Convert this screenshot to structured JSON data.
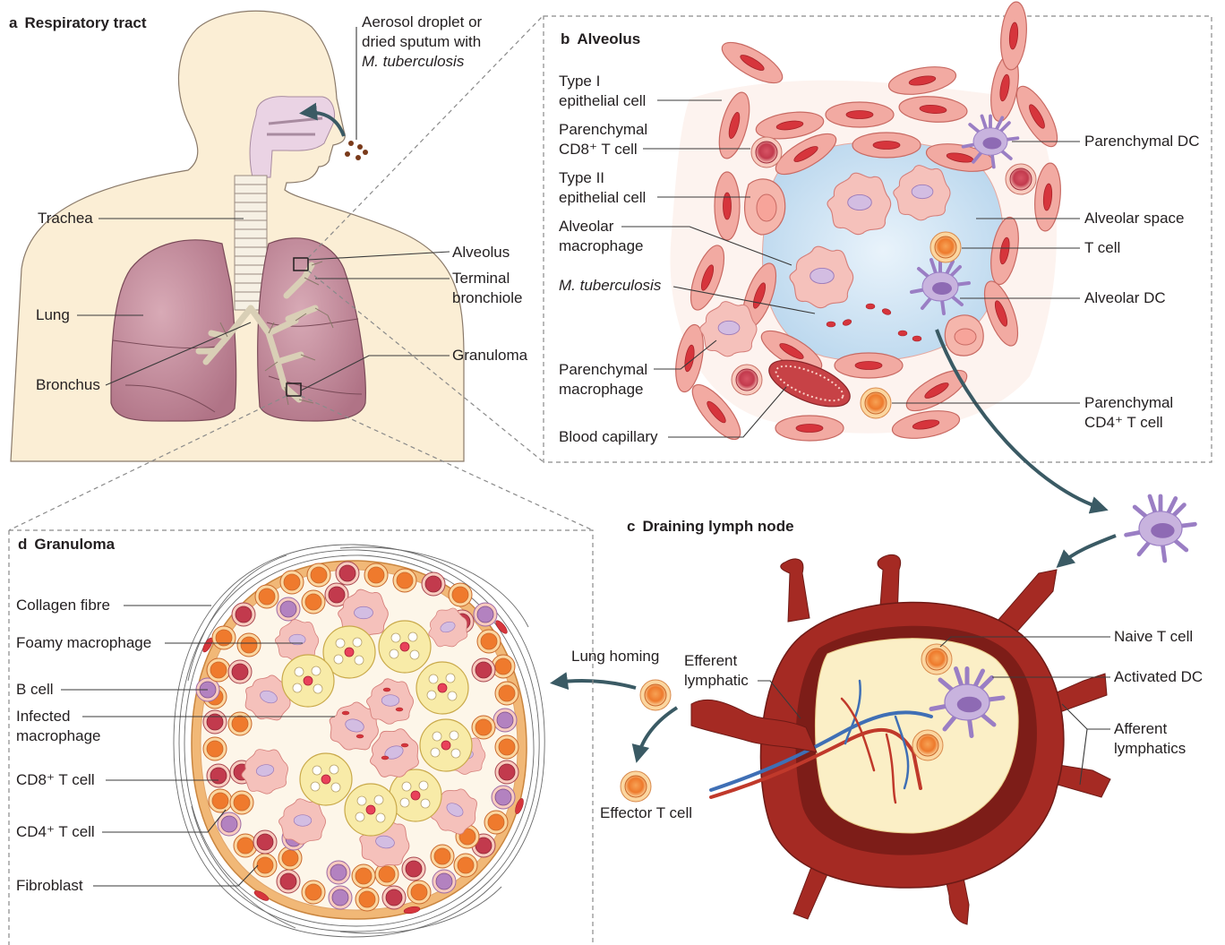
{
  "panels": {
    "a": {
      "letter": "a",
      "title": "Respiratory tract"
    },
    "b": {
      "letter": "b",
      "title": "Alveolus"
    },
    "c": {
      "letter": "c",
      "title": "Draining lymph node"
    },
    "d": {
      "letter": "d",
      "title": "Granuloma"
    }
  },
  "labels_a": {
    "aerosol_1": "Aerosol droplet or",
    "aerosol_2": "dried sputum with",
    "aerosol_3": "M. tuberculosis",
    "trachea": "Trachea",
    "lung": "Lung",
    "bronchus": "Bronchus",
    "alveolus": "Alveolus",
    "terminal_1": "Terminal",
    "terminal_2": "bronchiole",
    "granuloma": "Granuloma"
  },
  "labels_b": {
    "type1_1": "Type I",
    "type1_2": "epithelial cell",
    "cd8_1": "Parenchymal",
    "cd8_2": "CD8⁺ T cell",
    "type2_1": "Type II",
    "type2_2": "epithelial cell",
    "am_1": "Alveolar",
    "am_2": "macrophage",
    "mtb": "M. tuberculosis",
    "pm_1": "Parenchymal",
    "pm_2": "macrophage",
    "capillary": "Blood capillary",
    "pdc": "Parenchymal DC",
    "space": "Alveolar space",
    "tcell": "T cell",
    "adc": "Alveolar DC",
    "cd4_1": "Parenchymal",
    "cd4_2": "CD4⁺ T cell"
  },
  "labels_c": {
    "naive": "Naive T cell",
    "activated": "Activated DC",
    "aff_1": "Afferent",
    "aff_2": "lymphatics",
    "eff_1": "Efferent",
    "eff_2": "lymphatic",
    "homing": "Lung homing",
    "effector": "Effector T cell"
  },
  "labels_d": {
    "collagen": "Collagen fibre",
    "foamy": "Foamy macrophage",
    "bcell": "B cell",
    "inf_1": "Infected",
    "inf_2": "macrophage",
    "cd8": "CD8⁺ T cell",
    "cd4": "CD4⁺ T cell",
    "fibro": "Fibroblast"
  },
  "colors": {
    "skin": "#fbeed5",
    "lung": "#b97a8c",
    "lung_light": "#d8a9b4",
    "nasal": "#ead3e4",
    "alveolar_space": "#d3e6f4",
    "epithelial": "#f0a8a0",
    "epithelial_nucleus": "#d33a3a",
    "macrophage": "#f5c3be",
    "macrophage_nucleus": "#c9b1d9",
    "t_cell": "#f08a3c",
    "t_cell_rim": "#fbd9a8",
    "cd8_cell": "#c9485a",
    "dc": "#c7b2dc",
    "dc_nucleus": "#8e6ab4",
    "foamy": "#f8eba8",
    "lymph_node_outer": "#a52a23",
    "lymph_node_inner": "#fbefc6",
    "artery": "#c0392b",
    "vein": "#3f6fb5",
    "arrow": "#3a5a64"
  }
}
